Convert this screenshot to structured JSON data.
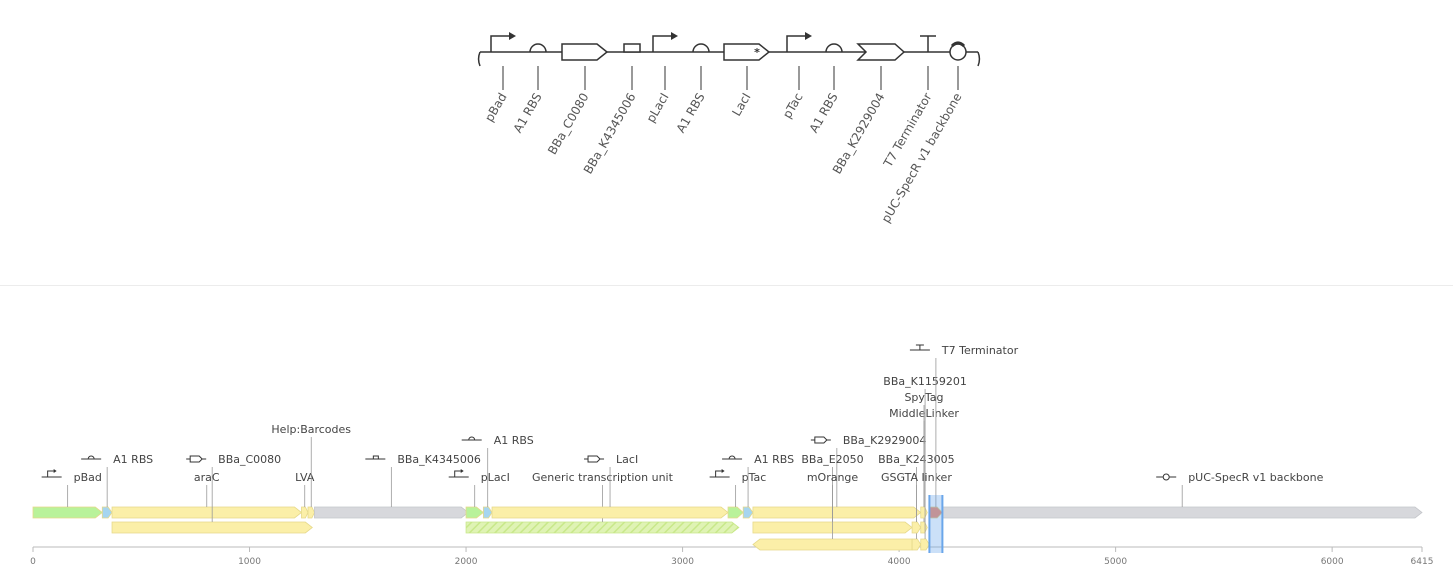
{
  "glyph_parts": [
    {
      "label": "pBad",
      "type": "promoter"
    },
    {
      "label": "A1 RBS",
      "type": "rbs"
    },
    {
      "label": "BBa_C0080",
      "type": "cds"
    },
    {
      "label": "BBa_K4345006",
      "type": "tag"
    },
    {
      "label": "pLacI",
      "type": "promoter"
    },
    {
      "label": "A1 RBS",
      "type": "rbs"
    },
    {
      "label": "LacI",
      "type": "cds-star"
    },
    {
      "label": "pTac",
      "type": "promoter"
    },
    {
      "label": "A1 RBS",
      "type": "rbs"
    },
    {
      "label": "BBa_K2929004",
      "type": "cds-notched"
    },
    {
      "label": "T7 Terminator",
      "type": "terminator"
    },
    {
      "label": "pUC-SpecR v1 backbone",
      "type": "origin"
    }
  ],
  "axis": {
    "max": 6415,
    "ticks": [
      0,
      1000,
      2000,
      3000,
      4000,
      5000,
      6000,
      6415
    ]
  },
  "colors": {
    "promoter": "#b9f29a",
    "rbs": "#a6d5ef",
    "cds": "#fbefa8",
    "backbone": "#d7d8dc",
    "generic_tu": "#dff3b4",
    "terminator": "#f08a6c",
    "selection": "#6aa6ea"
  },
  "features": [
    {
      "label": "pBad",
      "start": 0,
      "end": 320,
      "row": 0,
      "color": "promoter",
      "labelRow": 0,
      "icon": "promoter"
    },
    {
      "label": "A1 RBS",
      "start": 320,
      "end": 365,
      "row": 0,
      "color": "rbs",
      "labelRow": 1,
      "icon": "rbs"
    },
    {
      "label": "araC",
      "start": 365,
      "end": 1240,
      "row": 0,
      "color": "cds",
      "labelRow": 0,
      "icon": ""
    },
    {
      "label": "BBa_C0080",
      "start": 365,
      "end": 1290,
      "row": 1,
      "color": "cds",
      "labelRow": 1,
      "icon": "cds"
    },
    {
      "label": "LVA",
      "start": 1240,
      "end": 1270,
      "row": 0,
      "color": "cds",
      "labelRow": 0,
      "icon": ""
    },
    {
      "label": "Help:Barcodes",
      "start": 1270,
      "end": 1300,
      "row": 0,
      "color": "cds",
      "labelRow": 3,
      "icon": ""
    },
    {
      "label": "BBa_K4345006",
      "start": 1300,
      "end": 2010,
      "row": 0,
      "color": "backbone",
      "labelRow": 1,
      "icon": "tag"
    },
    {
      "label": "pLacI",
      "start": 2000,
      "end": 2080,
      "row": 0,
      "color": "promoter",
      "labelRow": 0,
      "icon": "promoter"
    },
    {
      "label": "A1 RBS",
      "start": 2080,
      "end": 2120,
      "row": 0,
      "color": "rbs",
      "labelRow": 2,
      "icon": "rbs"
    },
    {
      "label": "Generic transcription unit",
      "start": 2000,
      "end": 3260,
      "row": 1,
      "color": "generic_tu",
      "labelRow": 0,
      "icon": ""
    },
    {
      "label": "LacI",
      "start": 2120,
      "end": 3210,
      "row": 0,
      "color": "cds",
      "labelRow": 1,
      "icon": "cds"
    },
    {
      "label": "pTac",
      "start": 3210,
      "end": 3280,
      "row": 0,
      "color": "promoter",
      "labelRow": 0,
      "icon": "promoter"
    },
    {
      "label": "A1 RBS",
      "start": 3280,
      "end": 3325,
      "row": 0,
      "color": "rbs",
      "labelRow": 1,
      "icon": "rbs"
    },
    {
      "label": "BBa_K2929004",
      "start": 3325,
      "end": 4100,
      "row": 0,
      "color": "cds",
      "labelRow": 2,
      "icon": "cds"
    },
    {
      "label": "BBa_E2050",
      "start": 3325,
      "end": 4060,
      "row": 1,
      "color": "cds",
      "labelRow": 1,
      "icon": ""
    },
    {
      "label": "mOrange",
      "start": 3325,
      "end": 4060,
      "row": 2,
      "color": "cds",
      "labelRow": 0,
      "icon": ""
    },
    {
      "label": "BBa_K243005",
      "start": 4060,
      "end": 4100,
      "row": 2,
      "color": "cds",
      "labelRow": 1,
      "icon": ""
    },
    {
      "label": "GSGTA linker",
      "start": 4060,
      "end": 4100,
      "row": 1,
      "color": "cds",
      "labelRow": 0,
      "icon": ""
    },
    {
      "label": "MiddleLinker",
      "start": 4100,
      "end": 4130,
      "row": 1,
      "color": "cds",
      "labelRow": 4,
      "icon": ""
    },
    {
      "label": "SpyTag",
      "start": 4100,
      "end": 4130,
      "row": 0,
      "color": "cds",
      "labelRow": 5,
      "icon": ""
    },
    {
      "label": "BBa_K1159201",
      "start": 4100,
      "end": 4140,
      "row": 2,
      "color": "cds",
      "labelRow": 6,
      "icon": ""
    },
    {
      "label": "T7 Terminator",
      "start": 4140,
      "end": 4200,
      "row": 0,
      "color": "terminator",
      "labelRow": 8,
      "icon": "terminator"
    },
    {
      "label": "pUC-SpecR v1 backbone",
      "start": 4200,
      "end": 6415,
      "row": 0,
      "color": "backbone",
      "labelRow": 0,
      "icon": "origin"
    }
  ],
  "selection": {
    "start": 4140,
    "end": 4200
  }
}
